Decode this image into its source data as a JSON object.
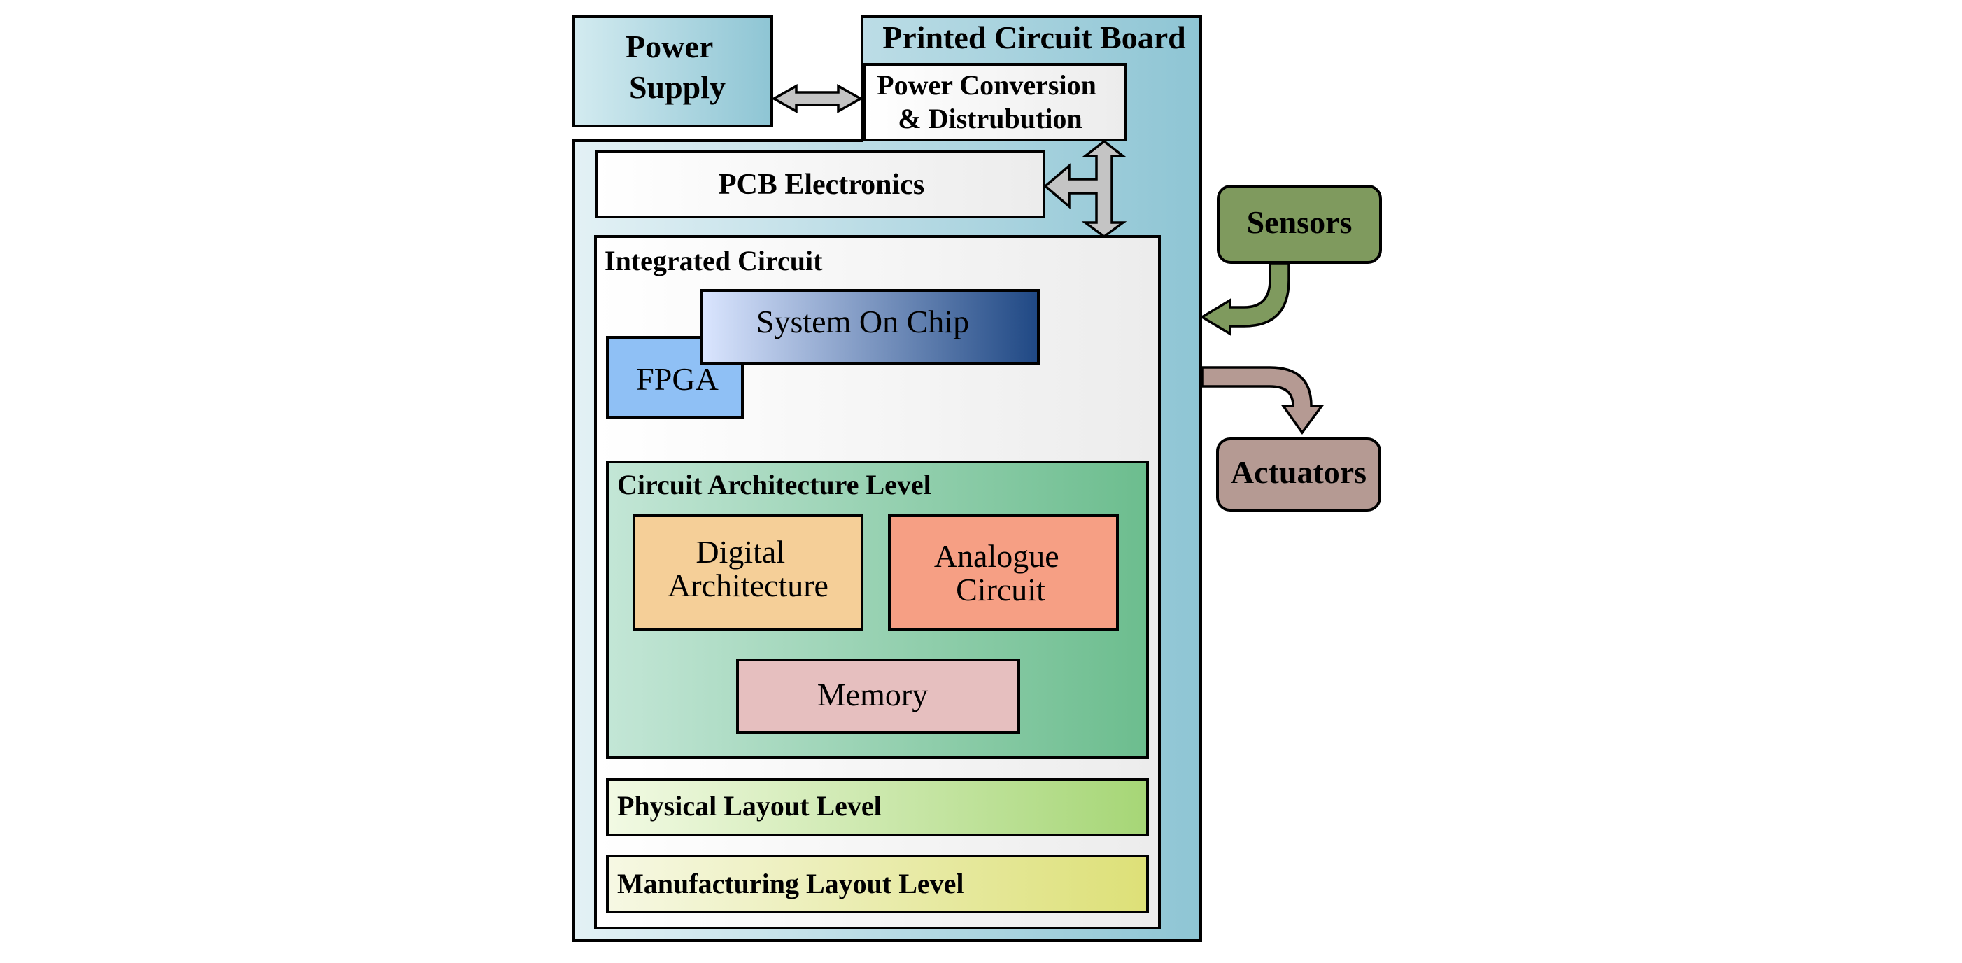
{
  "diagram": {
    "power_supply": {
      "line1": "Power",
      "line2": "Supply"
    },
    "pcb": {
      "title": "Printed Circuit Board",
      "power_conversion": {
        "line1": "Power Conversion",
        "line2": "& Distrubution"
      },
      "electronics": "PCB Electronics"
    },
    "integrated_circuit": {
      "title": "Integrated Circuit",
      "soc": "System On Chip",
      "fpga": "FPGA"
    },
    "circuit_architecture": {
      "title": "Circuit Architecture Level",
      "digital": {
        "line1": "Digital",
        "line2": "Architecture"
      },
      "analogue": {
        "line1": "Analogue",
        "line2": "Circuit"
      },
      "memory": "Memory"
    },
    "physical_layout": "Physical Layout Level",
    "manufacturing_layout": "Manufacturing Layout Level",
    "sensors": "Sensors",
    "actuators": "Actuators"
  },
  "colors": {
    "pcb_blue": "#8ec5d4",
    "sensors_green": "#7f9a5e",
    "actuators_mauve": "#b59a93",
    "fpga_blue": "#8fc0f5",
    "soc_navy": "#1f4884",
    "digital_orange": "#f5cf98",
    "analogue_salmon": "#f69f84",
    "memory_pink": "#e6bfbf"
  }
}
